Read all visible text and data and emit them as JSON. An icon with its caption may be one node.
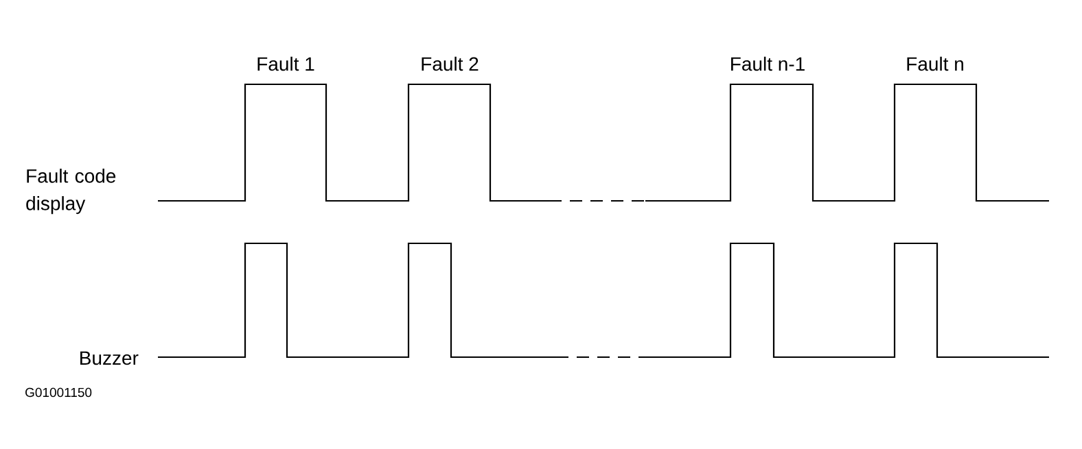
{
  "diagram": {
    "labels": [
      "Fault 1",
      "Fault 2",
      "Fault n-1",
      "Fault n",
      "Fault code display",
      "Buzzer",
      "G01001150"
    ]
  }
}
